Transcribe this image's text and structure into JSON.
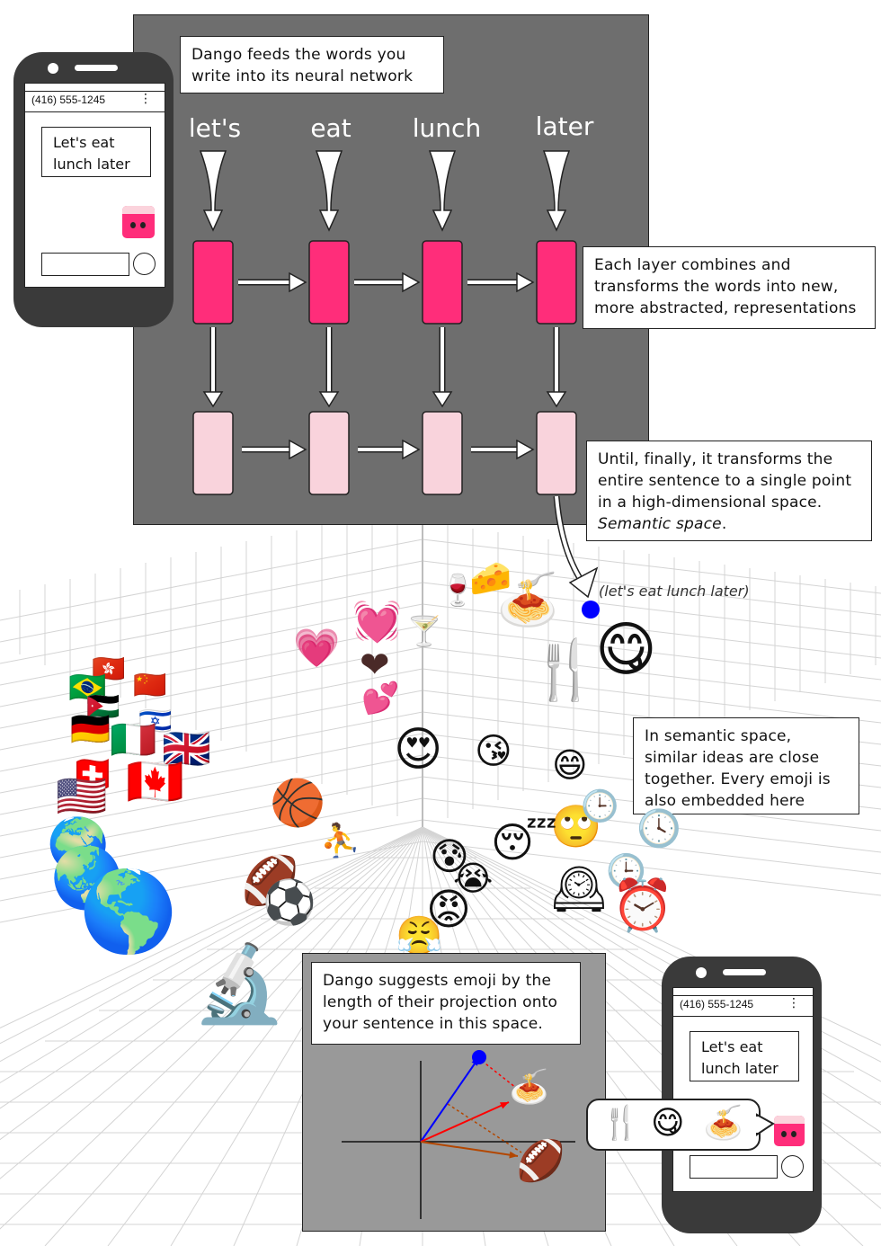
{
  "network_caption": "Dango feeds the words you write into its neural network",
  "words": [
    "let's",
    "eat",
    "lunch",
    "later"
  ],
  "layer_caption": "Each layer combines and transforms the words into new, more abstracted, representations",
  "final_caption_plain": "Until, finally, it transforms the entire sentence to a single point in a high-dimensional space.",
  "final_caption_italic": "Semantic space",
  "final_caption_end": ".",
  "point_label": "(let's eat lunch later)",
  "space_caption": "In semantic space, similar ideas are close together. Every emoji is also embedded here",
  "projection_caption": "Dango suggests emoji by the length of their projection onto your sentence in this space.",
  "phone_top": {
    "number": "(416) 555-1245",
    "message": "Let's eat lunch later"
  },
  "phone_bottom": {
    "number": "(416) 555-1245",
    "message": "Let's eat lunch later",
    "suggestions": [
      "🍴",
      "😋",
      "🍝"
    ]
  },
  "menu_glyph": "⋮",
  "colors": {
    "panel_gray": "#6e6e6e",
    "layer_top": "#ff2d7a",
    "layer_bottom": "#f9d3dc",
    "point_blue": "#0000ff",
    "vector_red": "#ff0000",
    "vector_orange": "#b34700"
  },
  "emoji_cluster": {
    "food": [
      "🍷",
      "🧀",
      "🍝",
      "🍸",
      "🍴",
      "😋"
    ],
    "love": [
      "💗",
      "💓",
      "❤",
      "💕",
      "😍",
      "😘"
    ],
    "sports": [
      "🏀",
      "⛹",
      "🏈",
      "⚽"
    ],
    "faces": [
      "😰",
      "😭",
      "😡",
      "😤",
      "😴",
      "🙄",
      "😄"
    ],
    "time": [
      "🕰",
      "⏰",
      "🕒",
      "🕓"
    ],
    "flags": [
      "🇧🇷",
      "🇭🇰",
      "🇨🇳",
      "🇯🇴",
      "🇩🇪",
      "🇮🇹",
      "🇮🇱",
      "🇬🇧",
      "🇨🇭",
      "🇨🇦",
      "🇺🇸"
    ],
    "world": [
      "🌍",
      "🌏",
      "🌎"
    ],
    "tools": [
      "🔬"
    ]
  }
}
